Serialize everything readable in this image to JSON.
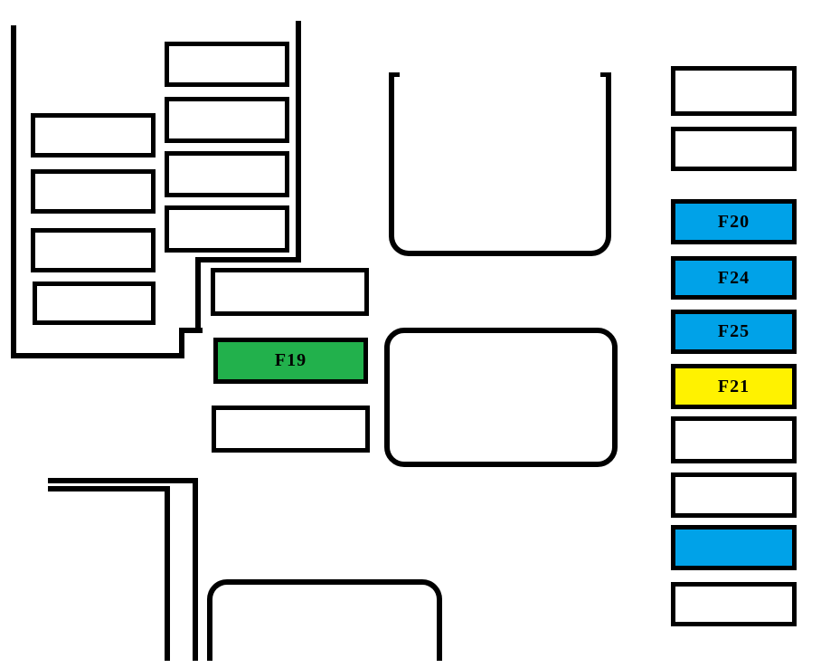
{
  "diagram": {
    "type": "fuse-box",
    "background_color": "#FFFFFF",
    "line_color": "#000000",
    "fuse_colors": {
      "blue": "#00A2E8",
      "yellow": "#FFF200",
      "green": "#22B14C",
      "white": "#FFFFFF"
    },
    "center_group": {
      "f19_label": "F19"
    },
    "right_column": [
      {
        "label": "",
        "color": "white"
      },
      {
        "label": "",
        "color": "white"
      },
      {
        "label": "F20",
        "color": "blue"
      },
      {
        "label": "F24",
        "color": "blue"
      },
      {
        "label": "F25",
        "color": "blue"
      },
      {
        "label": "F21",
        "color": "yellow"
      },
      {
        "label": "",
        "color": "white"
      },
      {
        "label": "",
        "color": "white"
      },
      {
        "label": "",
        "color": "blue"
      },
      {
        "label": "",
        "color": "white"
      }
    ]
  }
}
